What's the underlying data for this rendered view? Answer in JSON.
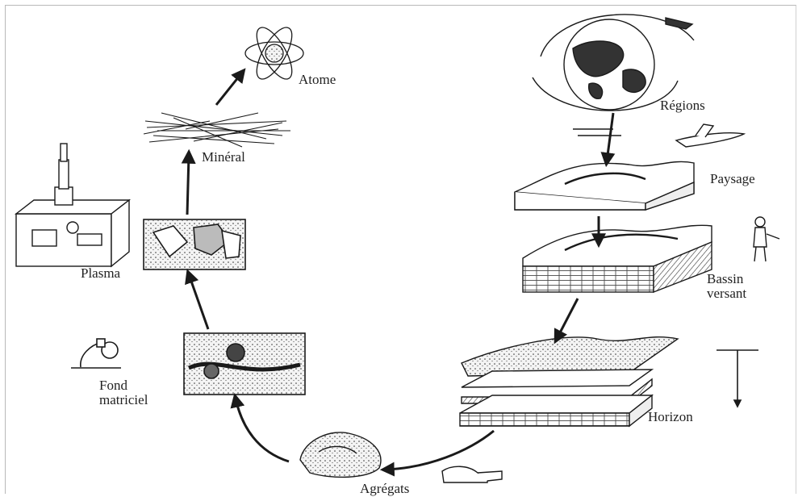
{
  "diagram": {
    "left_chain": {
      "atome": "Atome",
      "mineral": "Minéral",
      "plasma": "Plasma",
      "fond_line1": "Fond",
      "fond_line2": "matriciel",
      "agregats": "Agrégats"
    },
    "right_chain": {
      "regions": "Régions",
      "paysage": "Paysage",
      "bassin_line1": "Bassin",
      "bassin_line2": "versant",
      "horizon": "Horizon"
    }
  },
  "colors": {
    "ink": "#1a1a1a",
    "paper": "#ffffff",
    "shade": "#555555"
  }
}
